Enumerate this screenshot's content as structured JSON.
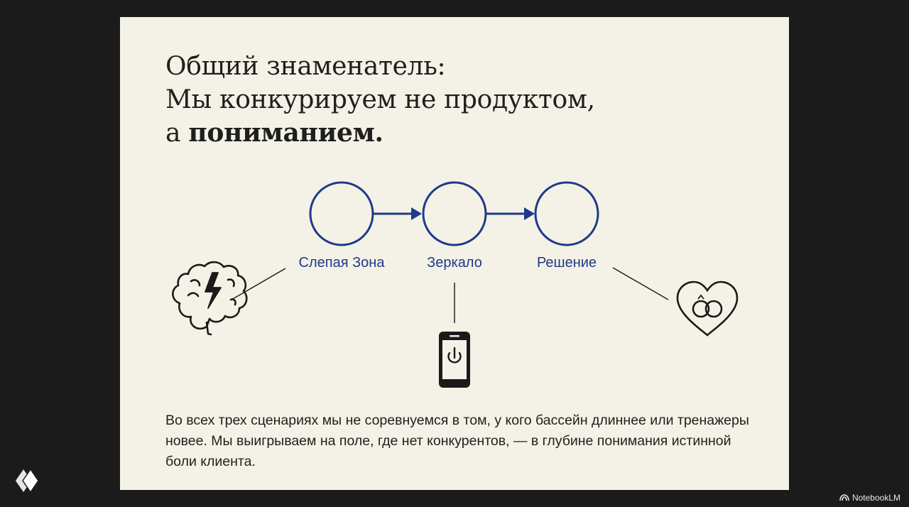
{
  "slide": {
    "title_line1": "Общий знаменатель:",
    "title_line2": "Мы конкурируем не продуктом,",
    "title_line3_prefix": "а ",
    "title_line3_bold": "пониманием.",
    "body": "Во всех трех сценариях мы не соревнуемся в том, у кого бассейн длиннее или тренажеры новее. Мы выигрываем на поле, где нет конкурентов, — в глубине понимания истинной боли клиента."
  },
  "diagram": {
    "nodes": [
      {
        "label": "Слепая Зона",
        "icon": "brain-lightning-icon"
      },
      {
        "label": "Зеркало",
        "icon": "smartphone-power-icon"
      },
      {
        "label": "Решение",
        "icon": "heart-rings-icon"
      }
    ],
    "accent_color": "#1e3a8a",
    "line_color": "#1f1f1f"
  },
  "branding": {
    "left_logo_icon": "stacked-diamond-logo-icon",
    "right_logo_icon": "notebooklm-logo-icon",
    "right_label": "NotebookLM"
  }
}
